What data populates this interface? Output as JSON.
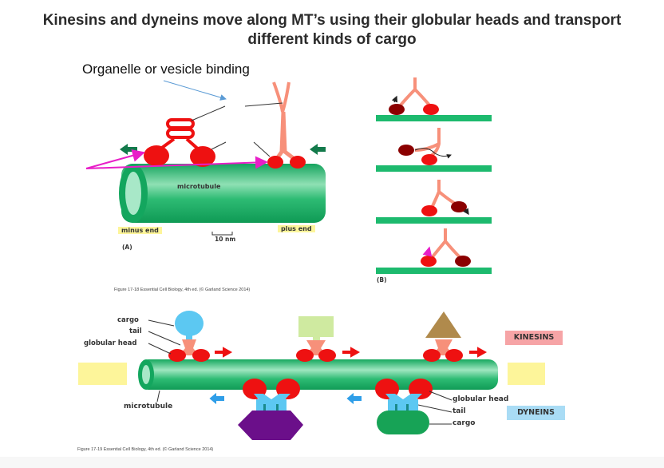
{
  "title": {
    "line1": "Kinesins and dyneins move along MT’s using their globular heads and transport",
    "line2": "different kinds of cargo"
  },
  "annotation": "Organelle or vesicle binding",
  "figure_a": {
    "tube_label": "microtubule",
    "minus_end": "minus end",
    "plus_end": "plus end",
    "scale_bar": "10 nm",
    "panel": "(A)",
    "caption": "Figure 17-18  Essential Cell Biology, 4th ed. (© Garland Science 2014)"
  },
  "figure_b": {
    "panel": "(B)"
  },
  "figure_c": {
    "kinesin_labels": [
      "cargo",
      "tail",
      "globular head"
    ],
    "dynein_labels": [
      "globular head",
      "tail",
      "cargo"
    ],
    "tube_label": "microtubule",
    "kinesins_tag": "KINESINS",
    "dyneins_tag": "DYNEINS",
    "caption": "Figure 17-19  Essential Cell Biology, 4th ed. (© Garland Science 2014)"
  },
  "colors": {
    "microtubule": "#1fb26a",
    "motor_head": "#ee1111",
    "kinesin_tail": "#f7907a",
    "dynein_tail": "#5cc8f2",
    "kinesins_tag_bg": "#f6a4a6",
    "dyneins_tag_bg": "#a9dcf5",
    "highlight_yellow": "#fdf59a",
    "pointer_magenta": "#e81ec8"
  }
}
